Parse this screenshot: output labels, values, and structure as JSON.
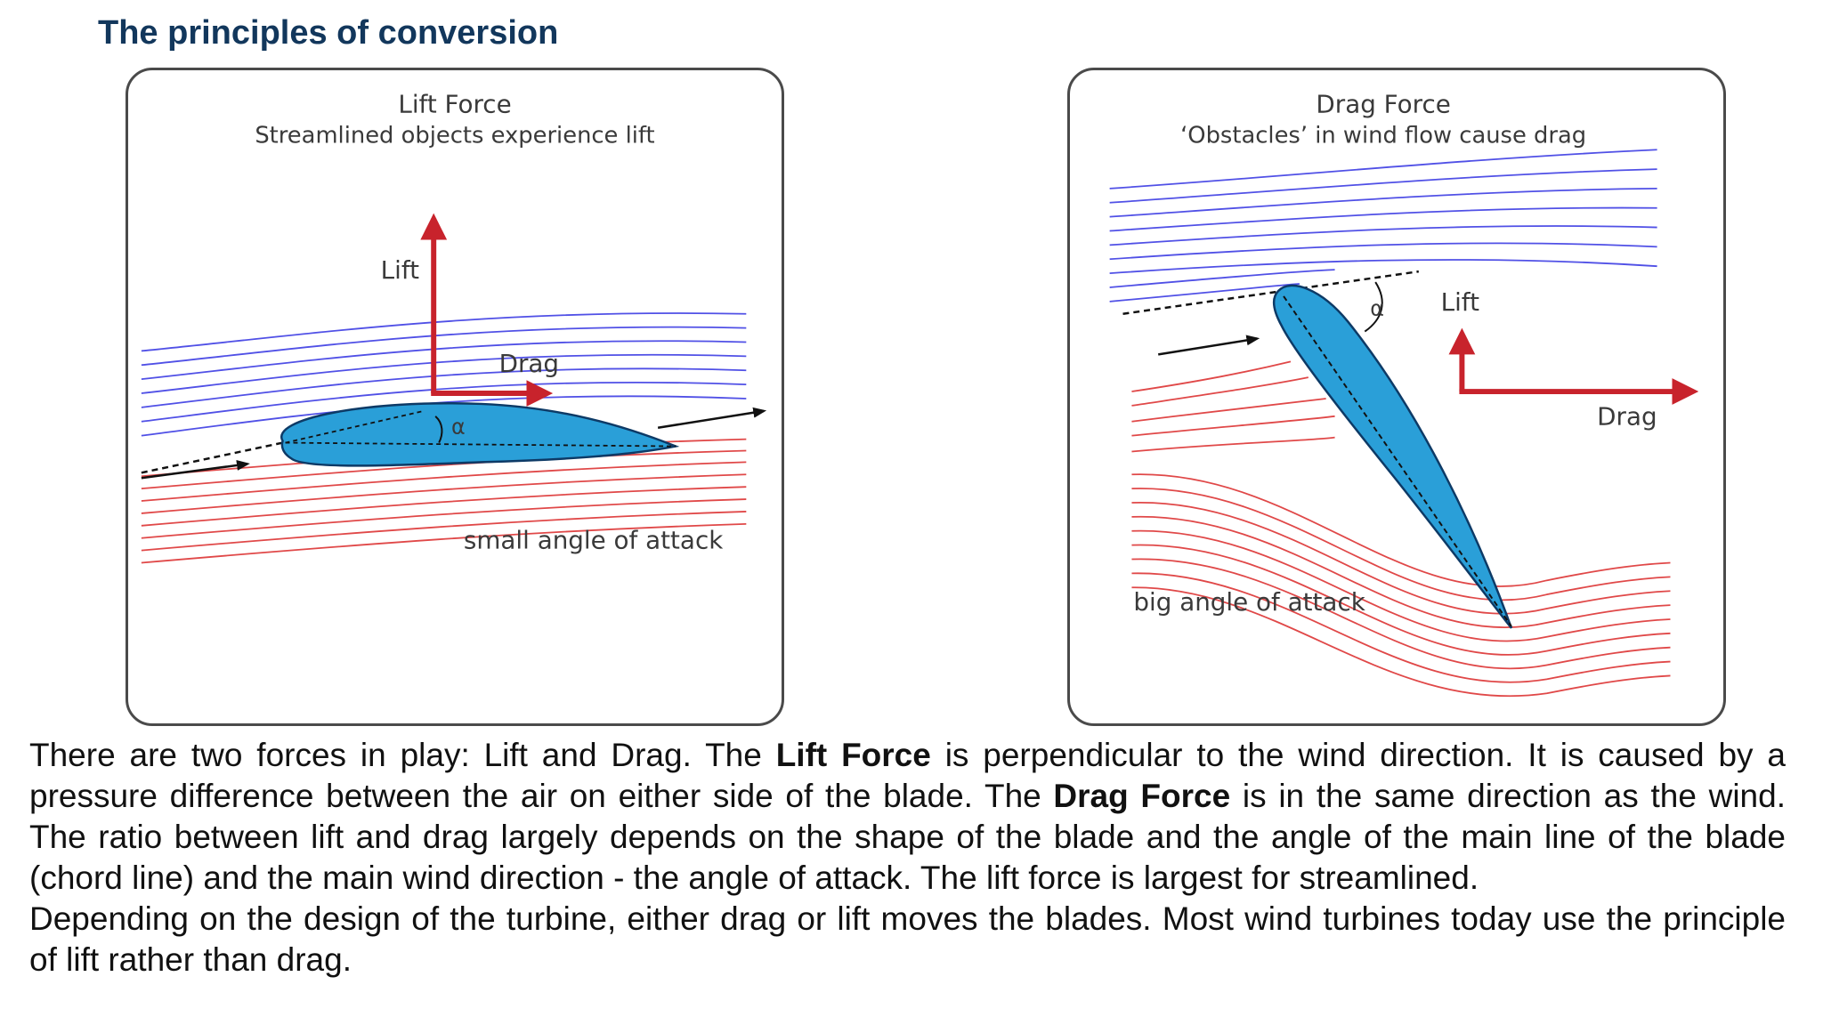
{
  "title": "The principles of conversion",
  "lift_panel": {
    "heading": "Lift Force",
    "subheading": "Streamlined objects experience lift",
    "lift_label": "Lift",
    "drag_label": "Drag",
    "angle_symbol": "α",
    "caption": "small angle of attack"
  },
  "drag_panel": {
    "heading": "Drag Force",
    "subheading": "‘Obstacles’ in wind flow cause drag",
    "lift_label": "Lift",
    "drag_label": "Drag",
    "angle_symbol": "α",
    "caption": "big angle of attack"
  },
  "colors": {
    "title": "#12375c",
    "upper_streamlines": "#5050e6",
    "lower_streamlines": "#e04848",
    "blade_fill": "#2a9fd8",
    "force_arrows": "#c8232c"
  },
  "paragraph1": {
    "seg1": "There are two forces in play: Lift and Drag. The ",
    "bold1": "Lift Force",
    "seg2": " is perpendicular to the wind direction. It is caused by a pressure difference between the air on either side of the blade. The ",
    "bold2": "Drag Force",
    "seg3": " is in the same direction as the wind. The ratio between lift and drag largely depends on the shape of the blade and the angle of the main line of the blade (chord line) and the main wind direction - the angle of attack. The lift force is largest for streamlined."
  },
  "paragraph2": "Depending on the design of the turbine, either drag or lift moves the blades. Most wind turbines today use the principle of lift rather than drag."
}
